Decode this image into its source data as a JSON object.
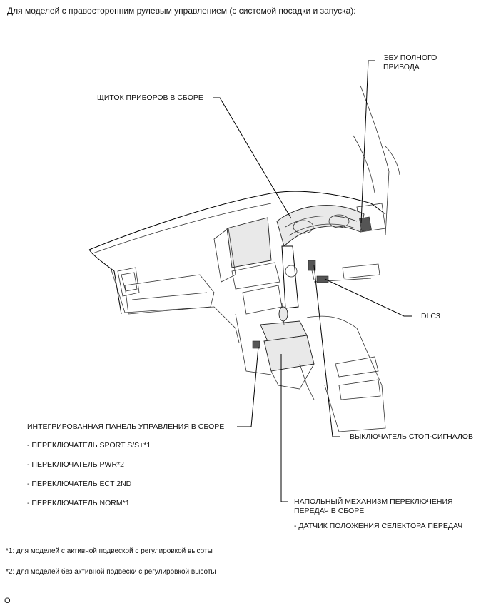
{
  "title": "Для моделей с правосторонним рулевым управлением (с системой посадки и запуска):",
  "labels": {
    "ecu_line1": "ЭБУ ПОЛНОГО",
    "ecu_line2": "ПРИВОДА",
    "cluster": "ЩИТОК ПРИБОРОВ В СБОРЕ",
    "dlc3": "DLC3",
    "panel": "ИНТЕГРИРОВАННАЯ ПАНЕЛЬ УПРАВЛЕНИЯ В СБОРЕ",
    "sw_sport": "- ПЕРЕКЛЮЧАТЕЛЬ SPORT S/S+*1",
    "sw_pwr": "- ПЕРЕКЛЮЧАТЕЛЬ PWR*2",
    "sw_ect": "- ПЕРЕКЛЮЧАТЕЛЬ ECT 2ND",
    "sw_norm": "- ПЕРЕКЛЮЧАТЕЛЬ NORM*1",
    "stop_switch": "ВЫКЛЮЧАТЕЛЬ СТОП-СИГНАЛОВ",
    "shift_line1": "НАПОЛЬНЫЙ МЕХАНИЗМ ПЕРЕКЛЮЧЕНИЯ",
    "shift_line2": "ПЕРЕДАЧ В СБОРЕ",
    "shift_sensor": "- ДАТЧИК ПОЛОЖЕНИЯ СЕЛЕКТОРА ПЕРЕДАЧ"
  },
  "footnotes": {
    "note1": "*1: для моделей с активной подвеской с регулировкой высоты",
    "note2": "*2: для моделей без активной подвески с регулировкой высоты"
  },
  "corner_mark": "O"
}
